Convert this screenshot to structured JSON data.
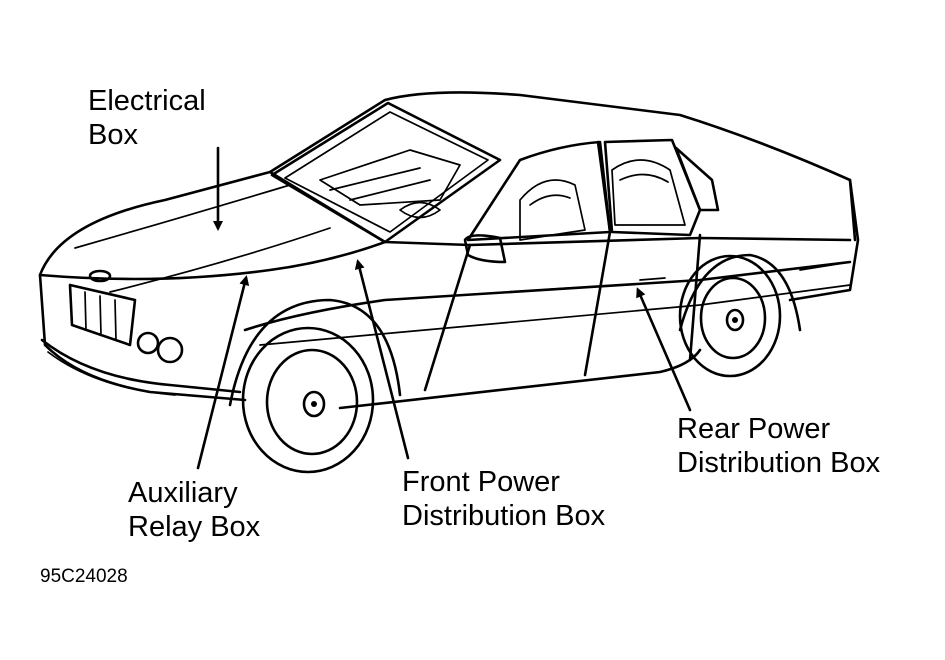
{
  "labels": {
    "electrical_box": [
      "Electrical",
      "Box"
    ],
    "auxiliary_relay_box": [
      "Auxiliary",
      "Relay Box"
    ],
    "front_power_distribution_box": [
      "Front Power",
      "Distribution Box"
    ],
    "rear_power_distribution_box": [
      "Rear Power",
      "Distribution Box"
    ]
  },
  "figure_code": "95C24028"
}
